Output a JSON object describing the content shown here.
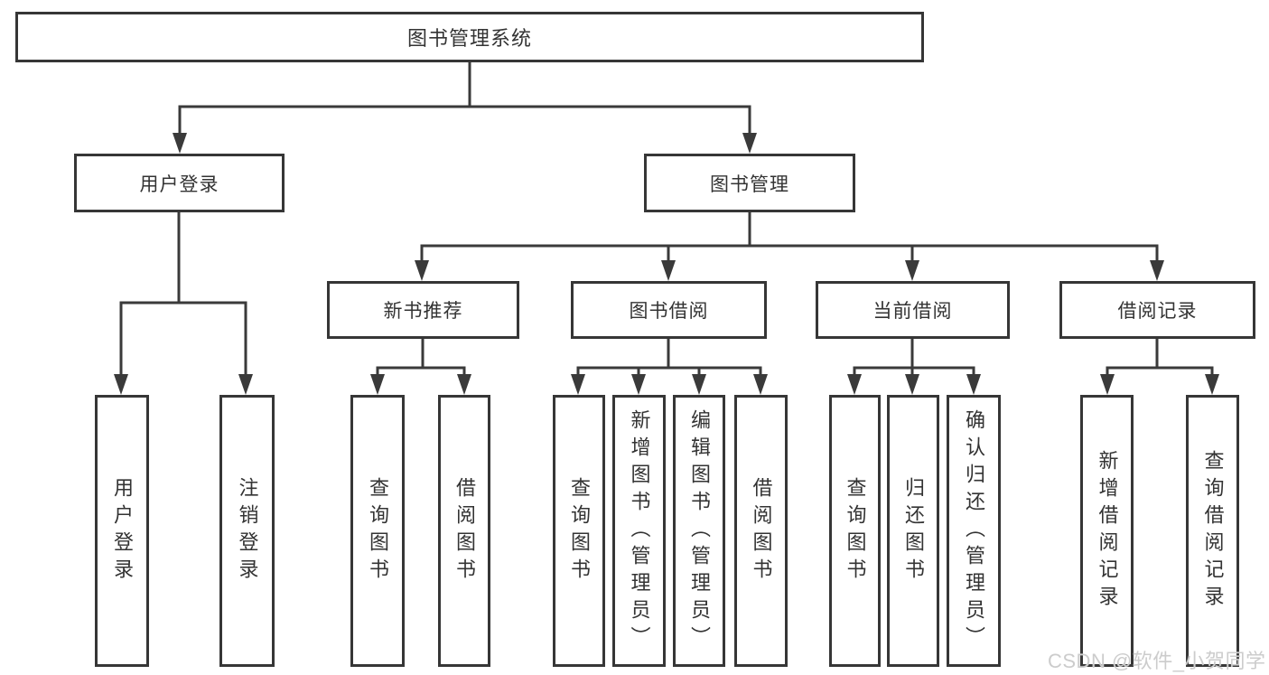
{
  "tree": {
    "label": "图书管理系统",
    "children": [
      {
        "label": "用户登录",
        "children": [
          {
            "label": "用户登录"
          },
          {
            "label": "注销登录"
          }
        ]
      },
      {
        "label": "图书管理",
        "children": [
          {
            "label": "新书推荐",
            "children": [
              {
                "label": "查询图书"
              },
              {
                "label": "借阅图书"
              }
            ]
          },
          {
            "label": "图书借阅",
            "children": [
              {
                "label": "查询图书"
              },
              {
                "label": "新增图书（管理员）"
              },
              {
                "label": "编辑图书（管理员）"
              },
              {
                "label": "借阅图书"
              }
            ]
          },
          {
            "label": "当前借阅",
            "children": [
              {
                "label": "查询图书"
              },
              {
                "label": "归还图书"
              },
              {
                "label": "确认归还（管理员）"
              }
            ]
          },
          {
            "label": "借阅记录",
            "children": [
              {
                "label": "新增借阅记录"
              },
              {
                "label": "查询借阅记录"
              }
            ]
          }
        ]
      }
    ]
  },
  "watermark": {
    "text": "CSDN @软件_小贺同学"
  },
  "colors": {
    "line": "#3a3a3a",
    "border": "#363636",
    "text": "#333333",
    "watermark": "#cccccc",
    "background": "#ffffff"
  }
}
